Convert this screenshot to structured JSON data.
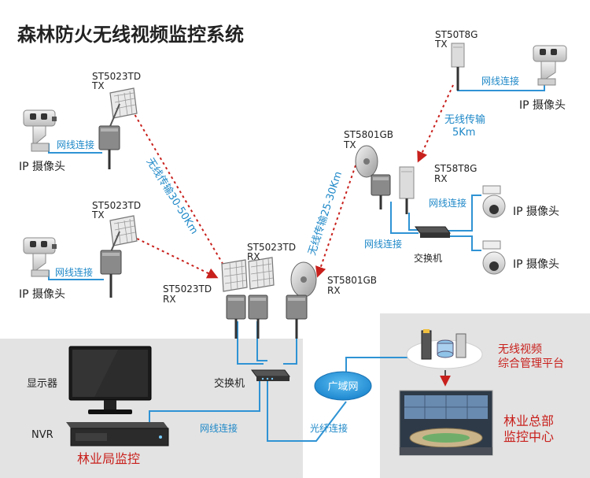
{
  "title": "森林防火无线视频监控系统",
  "colors": {
    "accent_red": "#c8201c",
    "link_blue": "#1e88c8",
    "wire_blue": "#2f93d4",
    "gray_panel": "#e6e6e6",
    "text_dark": "#222222"
  },
  "left_top": {
    "model": "ST5023TD",
    "dir": "TX",
    "camera_label": "IP 摄像头",
    "link_label": "网线连接"
  },
  "left_bottom": {
    "model": "ST5023TD",
    "dir": "TX",
    "camera_label": "IP 摄像头",
    "link_label": "网线连接"
  },
  "wireless_left": "无线传输30-50Km",
  "wireless_mid": "无线传输25-30Km",
  "wireless_right": {
    "line1": "无线传输",
    "line2": "5Km"
  },
  "center_rx": {
    "left": {
      "model": "ST5023TD",
      "dir": "RX"
    },
    "mid": {
      "model": "ST5023TD",
      "dir": "RX"
    },
    "right": {
      "model": "ST5801GB",
      "dir": "RX"
    },
    "switch_label": "交换机"
  },
  "right_relay": {
    "top": {
      "model": "ST50T8G",
      "dir": "TX",
      "link_label": "网线连接",
      "camera_label": "IP 摄像头"
    },
    "gb_tx": {
      "model": "ST5801GB",
      "dir": "TX"
    },
    "t8g_rx": {
      "model": "ST58T8G",
      "dir": "RX"
    },
    "switch_label": "交换机",
    "link_label_top": "网线连接",
    "link_label_bottom": "网线连接",
    "cam1_label": "IP 摄像头",
    "cam2_label": "IP 摄像头"
  },
  "bottom": {
    "display_label": "显示器",
    "nvr_label": "NVR",
    "bureau_label": "林业局监控",
    "net_link": "网线连接",
    "fiber_link": "光纤连接",
    "wan": "广域网",
    "platform": {
      "line1": "无线视频",
      "line2": "综合管理平台"
    },
    "hq": {
      "line1": "林业总部",
      "line2": "监控中心"
    }
  }
}
